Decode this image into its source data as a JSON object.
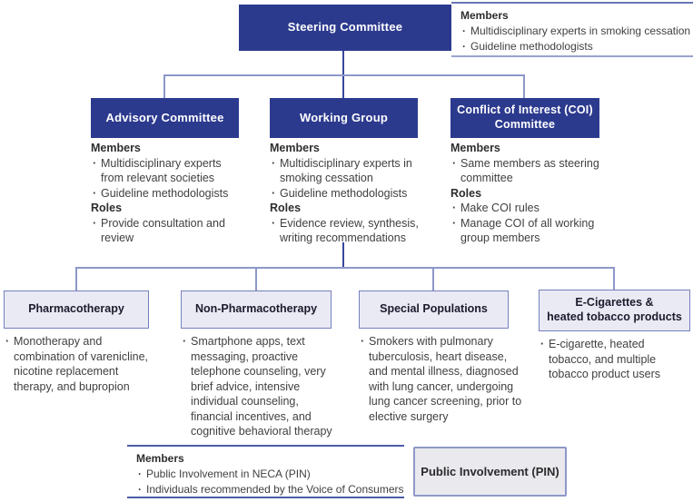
{
  "colors": {
    "committee_box": "#2c3a8e",
    "topic_box_bg": "#eaeaf4",
    "topic_box_border": "#7480bd",
    "connector_light": "#8d97c9",
    "connector_dark": "#37479c",
    "panel_border": "#6a76b6"
  },
  "steering": {
    "title": "Steering Committee",
    "panel": {
      "heading": "Members",
      "bullets": [
        "Multidisciplinary experts in smoking cessation",
        "Guideline methodologists"
      ]
    }
  },
  "committees": [
    {
      "title": "Advisory Committee",
      "members_heading": "Members",
      "members": [
        "Multidisciplinary experts from relevant societies",
        "Guideline methodologists"
      ],
      "roles_heading": "Roles",
      "roles": [
        "Provide consultation and review"
      ]
    },
    {
      "title": "Working Group",
      "members_heading": "Members",
      "members": [
        "Multidisciplinary experts in smoking cessation",
        "Guideline methodologists"
      ],
      "roles_heading": "Roles",
      "roles": [
        "Evidence review, synthesis, writing recommendations"
      ]
    },
    {
      "title_line1": "Conflict of Interest (COI)",
      "title_line2": "Committee",
      "members_heading": "Members",
      "members": [
        "Same members as steering committee"
      ],
      "roles_heading": "Roles",
      "roles": [
        "Make COI rules",
        "Manage COI of all working group members"
      ]
    }
  ],
  "topics": [
    {
      "title": "Pharmacotherapy",
      "bullets": [
        "Monotherapy and combination of varenicline, nicotine replacement therapy, and bupropion"
      ]
    },
    {
      "title": "Non-Pharmacotherapy",
      "bullets": [
        "Smartphone apps, text messaging, proactive telephone counseling, very brief advice, intensive individual counseling, financial incentives, and cognitive behavioral therapy"
      ]
    },
    {
      "title": "Special Populations",
      "bullets": [
        "Smokers with pulmonary tuberculosis, heart disease, and mental illness, diagnosed with lung cancer, undergoing lung cancer screening, prior to elective surgery"
      ]
    },
    {
      "title_line1": "E-Cigarettes &",
      "title_line2": "heated tobacco products",
      "bullets": [
        "E-cigarette, heated tobacco, and multiple tobacco product users"
      ]
    }
  ],
  "bottom_panel": {
    "heading": "Members",
    "bullets": [
      "Public Involvement in NECA (PIN)",
      "Individuals recommended by the Voice of Consumers"
    ]
  },
  "pin_box": {
    "title": "Public Involvement (PIN)"
  }
}
